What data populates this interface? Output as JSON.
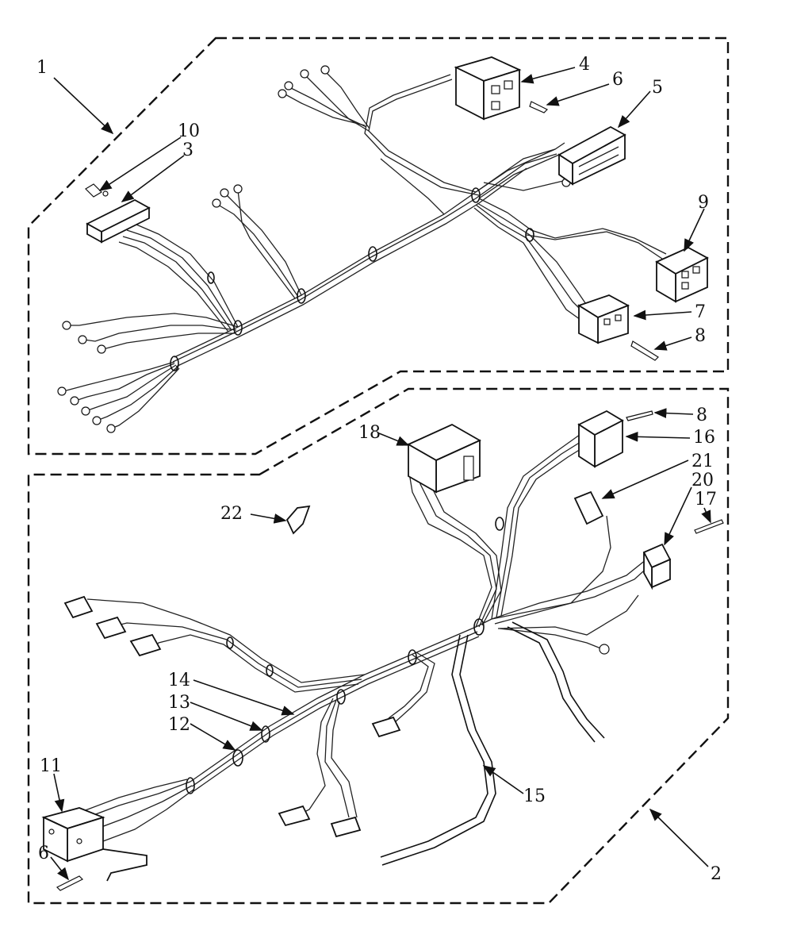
{
  "diagram": {
    "callouts": {
      "c1": "1",
      "c2": "2",
      "c3": "3",
      "c4": "4",
      "c5": "5",
      "c6a": "6",
      "c6b": "6",
      "c7": "7",
      "c8a": "8",
      "c8b": "8",
      "c9": "9",
      "c10": "10",
      "c11": "11",
      "c12": "12",
      "c13": "13",
      "c14": "14",
      "c15": "15",
      "c16": "16",
      "c17": "17",
      "c18": "18",
      "c20": "20",
      "c21": "21",
      "c22": "22"
    }
  }
}
